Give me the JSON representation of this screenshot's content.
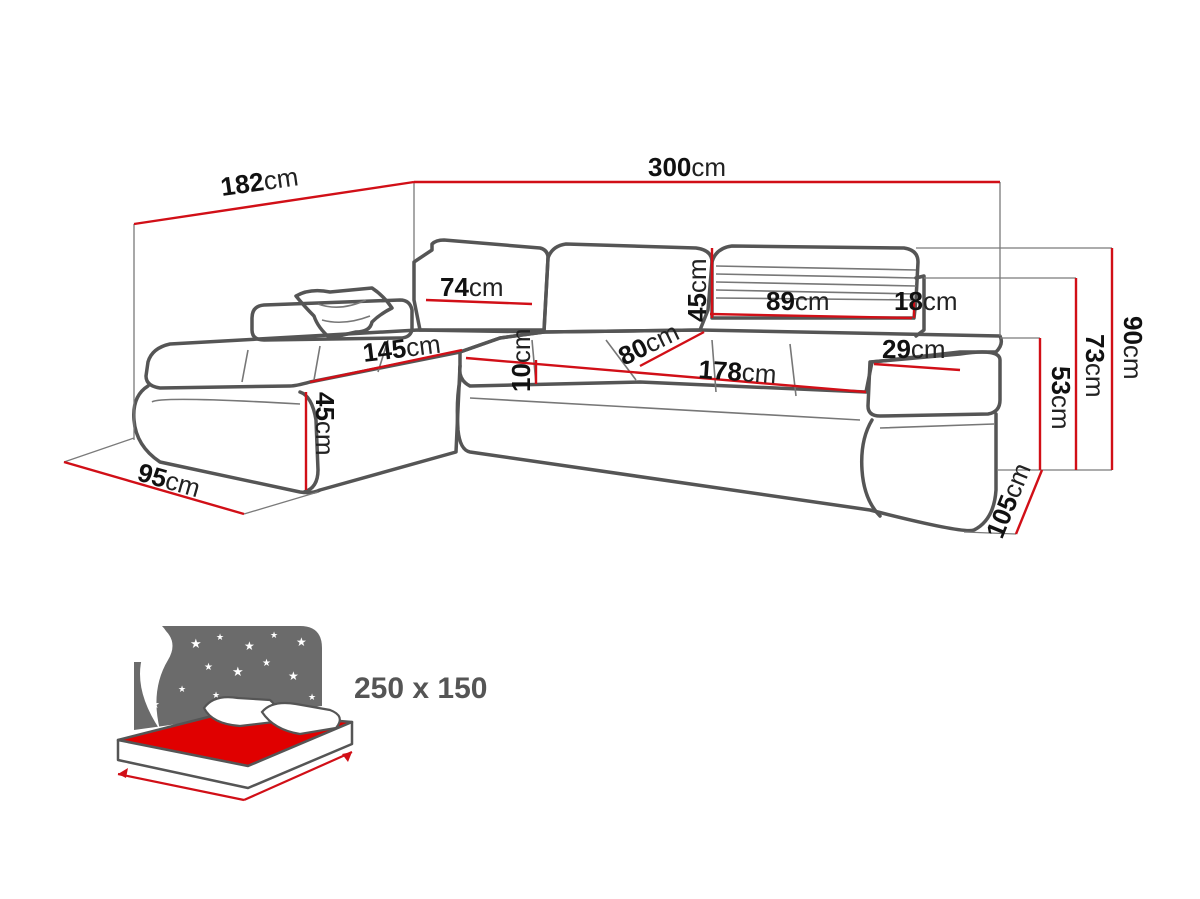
{
  "dimensions": {
    "total_width": {
      "value": "300",
      "unit": "cm"
    },
    "chaise_length": {
      "value": "182",
      "unit": "cm"
    },
    "height_total": {
      "value": "90",
      "unit": "cm"
    },
    "height_back": {
      "value": "73",
      "unit": "cm"
    },
    "height_arm": {
      "value": "53",
      "unit": "cm"
    },
    "depth_main": {
      "value": "105",
      "unit": "cm"
    },
    "depth_chaise": {
      "value": "95",
      "unit": "cm"
    },
    "seat_height": {
      "value": "45",
      "unit": "cm"
    },
    "seat_length_chaise": {
      "value": "145",
      "unit": "cm"
    },
    "seat_length_main": {
      "value": "178",
      "unit": "cm"
    },
    "backrest_left_width": {
      "value": "74",
      "unit": "cm"
    },
    "backrest_right_width": {
      "value": "89",
      "unit": "cm"
    },
    "backrest_height": {
      "value": "45",
      "unit": "cm"
    },
    "headrest_height": {
      "value": "18",
      "unit": "cm"
    },
    "armrest_width": {
      "value": "29",
      "unit": "cm"
    },
    "seat_depth": {
      "value": "80",
      "unit": "cm"
    },
    "cushion_thickness": {
      "value": "10",
      "unit": "cm"
    }
  },
  "sleeping_area": {
    "label": "250 x 150"
  },
  "colors": {
    "dimension_line": "#d10f17",
    "outline": "#555555",
    "bed_surface": "#e00000",
    "night_sky": "#6b6b6b"
  },
  "icons": [
    "sofa-bed-icon",
    "pillow-icon",
    "star-icon"
  ]
}
